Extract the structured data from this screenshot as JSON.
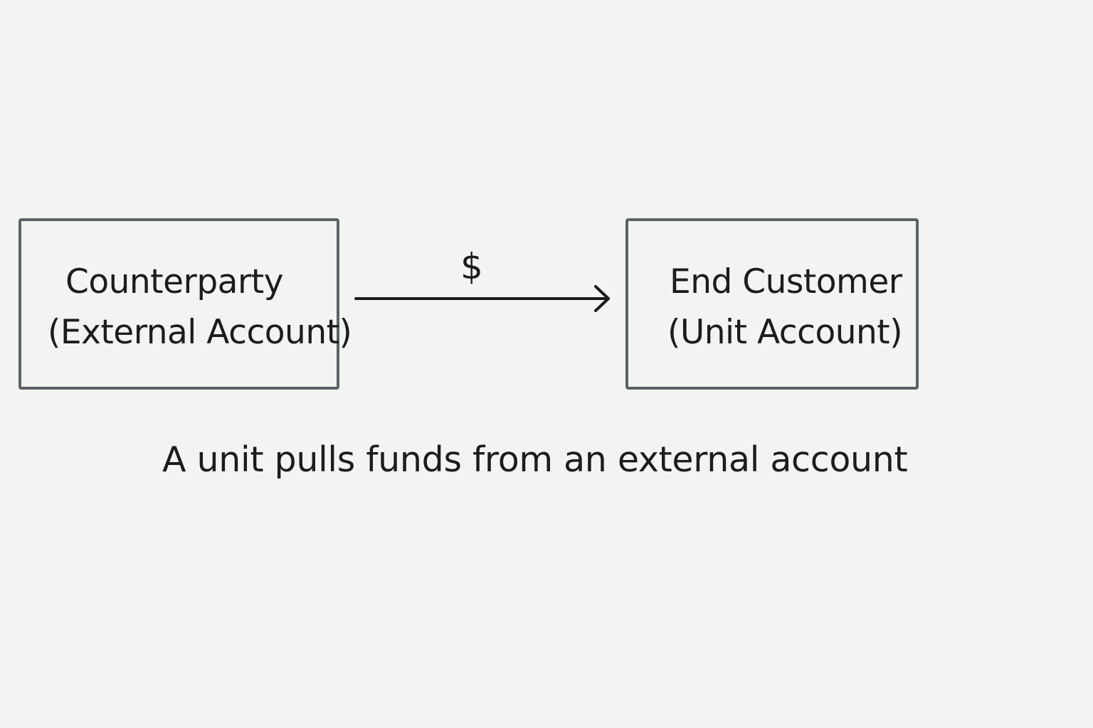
{
  "diagram": {
    "nodes": [
      {
        "line1": "Counterparty",
        "line2": "(External Account)"
      },
      {
        "line1": "End Customer",
        "line2": "(Unit Account)"
      }
    ],
    "edge": {
      "label": "$",
      "from": "Counterparty",
      "to": "End Customer"
    },
    "caption": "A unit pulls funds from an external account",
    "colors": {
      "background": "#f3f3f1",
      "box_border": "#5b6268",
      "text": "#1c1c1c"
    }
  }
}
